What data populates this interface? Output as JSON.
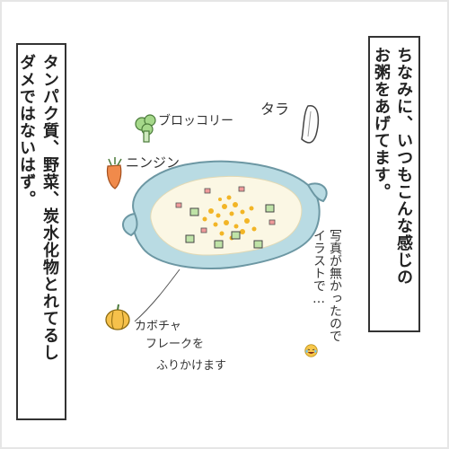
{
  "caption_right": "ちなみに、いつもこんな感じの\nお粥をあげてます。",
  "caption_left": "タンパク質、野菜、炭水化物とれてるし\nダメではないはず。",
  "labels": {
    "broccoli": "ブロッコリー",
    "carrot": "ニンジン",
    "cod": "タラ",
    "kabocha_line1": "カボチャ",
    "kabocha_line2": "フレークを",
    "kabocha_line3": "ふりかけます"
  },
  "note": "写真が無かったので\nイラストで…"
}
